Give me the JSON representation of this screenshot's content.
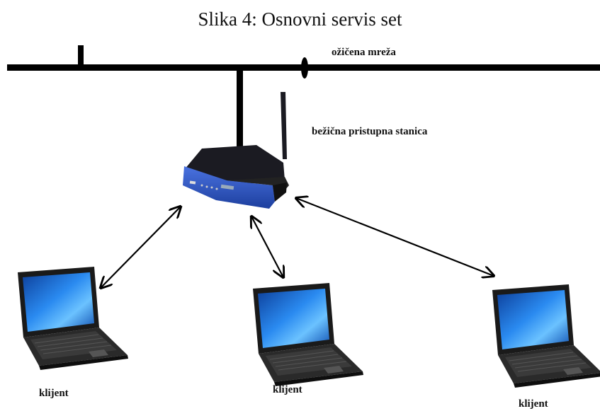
{
  "title": "Slika 4: Osnovni servis set",
  "labels": {
    "wired_network": "ožičena mreža",
    "access_point": "bežična pristupna stanica",
    "client_1": "klijent",
    "client_2": "klijent",
    "client_3": "klijent"
  },
  "colors": {
    "wire": "#000000",
    "router_blue": "#2f55c8",
    "router_dark": "#1b1b22",
    "screen_blue": "#2a7fe0",
    "laptop_body": "#1a1a1a"
  },
  "icons": [
    "wireless-router-icon",
    "laptop-icon"
  ]
}
